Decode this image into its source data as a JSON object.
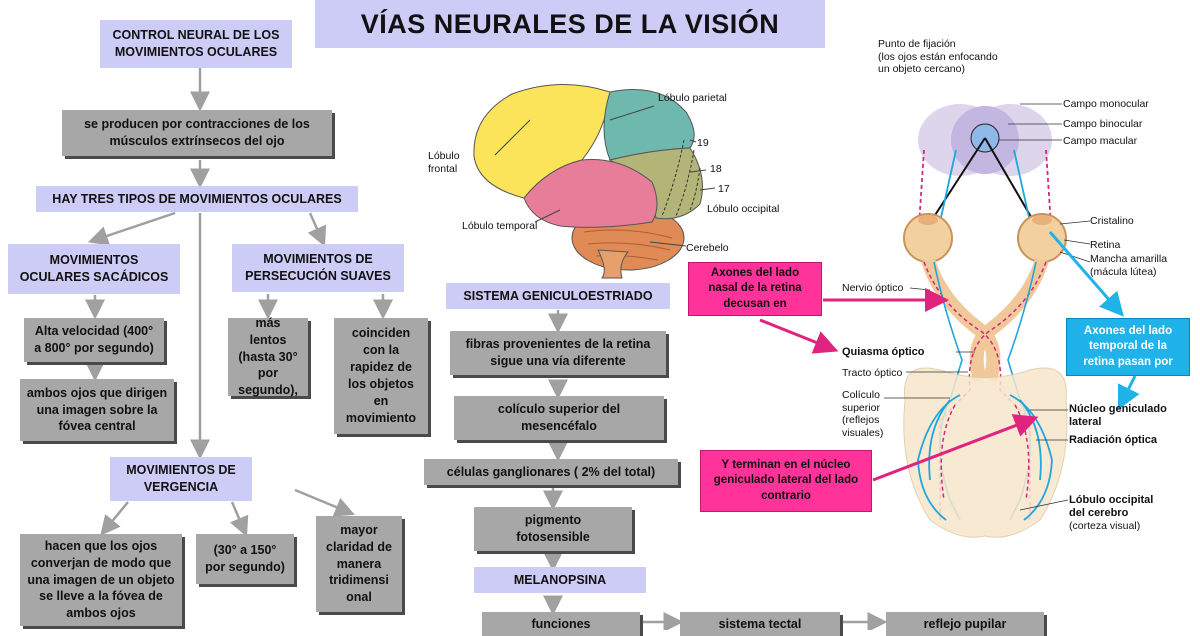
{
  "title": "VÍAS NEURALES DE LA VISIÓN",
  "left": {
    "control": "CONTROL NEURAL DE LOS MOVIMIENTOS OCULARES",
    "contracciones": "se producen por contracciones de los músculos extrínsecos del ojo",
    "tres_tipos": "HAY TRES TIPOS DE MOVIMIENTOS OCULARES",
    "sacadicos": "MOVIMIENTOS OCULARES SACÁDICOS",
    "alta_velocidad": "Alta velocidad (400° a 800° por segundo)",
    "ambos_ojos": "ambos ojos que dirigen una imagen sobre la fóvea central",
    "persecucion": "MOVIMIENTOS DE PERSECUCIÓN SUAVES",
    "mas_lentos": "más lentos (hasta 30° por segundo),",
    "coinciden": "coinciden con la rapidez de los objetos en movimiento",
    "vergencia": "MOVIMIENTOS DE VERGENCIA",
    "hacen_que": "hacen que los ojos converjan de modo que una imagen de un objeto se lleve a la fóvea de ambos ojos",
    "grados": "(30° a 150° por segundo)",
    "mayor_claridad": "mayor claridad de manera tridimensi onal"
  },
  "middle": {
    "brain_labels": {
      "parietal": "Lóbulo parietal",
      "frontal": "Lóbulo frontal",
      "temporal": "Lóbulo temporal",
      "occipital": "Lóbulo occipital",
      "cerebelo": "Cerebelo",
      "a19": "19",
      "a18": "18",
      "a17": "17"
    },
    "sistema": "SISTEMA GENICULOESTRIADO",
    "fibras": "fibras provenientes de la retina sigue una vía diferente",
    "coliculo": "colículo superior del mesencéfalo",
    "celulas": "células ganglionares ( 2% del total)",
    "pigmento": "pigmento fotosensible",
    "melanopsina": "MELANOPSINA",
    "funciones": "funciones",
    "tectal": "sistema tectal",
    "reflejo": "reflejo pupilar"
  },
  "right": {
    "punto_fijacion": "Punto de fijación\n(los ojos están enfocando\nun objeto cercano)",
    "campo_monocular": "Campo monocular",
    "campo_binocular": "Campo binocular",
    "campo_macular": "Campo macular",
    "cristalino": "Cristalino",
    "retina": "Retina",
    "mancha": "Mancha amarilla\n(mácula lútea)",
    "nervio": "Nervio óptico",
    "quiasma": "Quiasma óptico",
    "tracto": "Tracto óptico",
    "coliculo_sup": "Colículo\nsuperior\n(reflejos\nvisuales)",
    "nucleo": "Núcleo geniculado\nlateral",
    "radiacion": "Radiación óptica",
    "lobulo_occ": "Lóbulo occipital\ndel cerebro",
    "corteza": "(corteza visual)",
    "axones_nasal": "Axones del lado nasal de la retina decusan en",
    "axones_temporal": "Axones  del lado temporal de la retina pasan por",
    "terminan": "Y terminan en el núcleo geniculado lateral del lado contrario"
  },
  "colors": {
    "lavender": "#ccccf7",
    "gray": "#a7a7a7",
    "pink": "#ff3399",
    "cyan": "#1fb3ea"
  }
}
